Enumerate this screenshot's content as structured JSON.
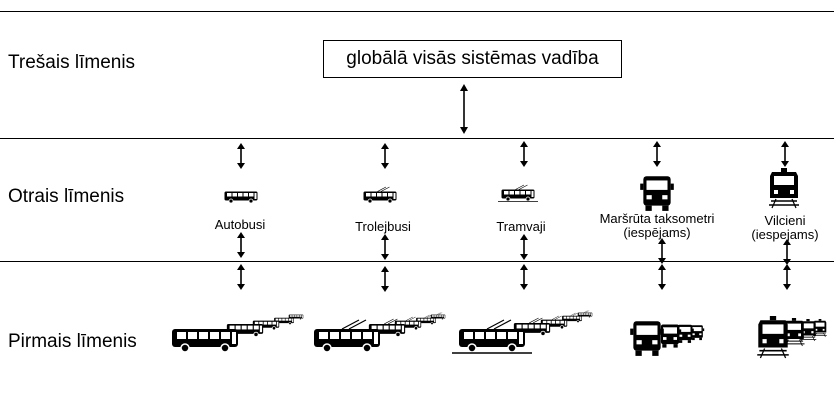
{
  "levels": {
    "third": "Trešais līmenis",
    "second": "Otrais līmenis",
    "first": "Pirmais līmenis"
  },
  "top_box": "globālā visās sistēmas vadība",
  "transport": [
    {
      "label": "Autobusi"
    },
    {
      "label": "Trolejbusi"
    },
    {
      "label": "Tramvaji"
    },
    {
      "label": "Maršrūta taksometri",
      "sub": "(iespējams)"
    },
    {
      "label": "Vilcieni",
      "sub": "(iespejams)"
    }
  ]
}
